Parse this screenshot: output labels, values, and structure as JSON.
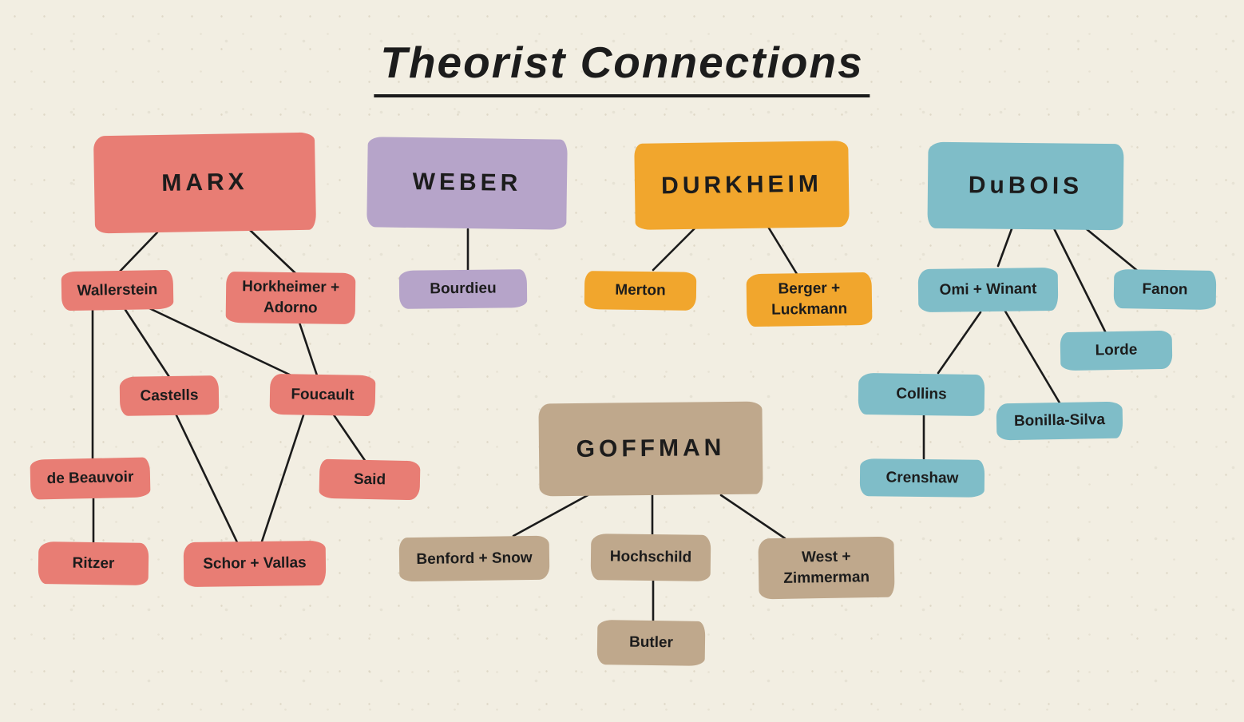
{
  "title": "Theorist Connections",
  "palette": {
    "background": "#F2EEE2",
    "marx_red": "#E87D74",
    "weber_purple": "#B6A4C9",
    "durkheim_orange": "#F1A62D",
    "dubois_teal": "#7FBDC8",
    "goffman_tan": "#BFA88C",
    "line_and_text": "#1B1B1B"
  },
  "nodes": {
    "marx": {
      "label": "MARX"
    },
    "wallerstein": {
      "label": "Wallerstein"
    },
    "horkheimer_adorno": {
      "label": "Horkheimer + Adorno"
    },
    "castells": {
      "label": "Castells"
    },
    "foucault": {
      "label": "Foucault"
    },
    "de_beauvoir": {
      "label": "de Beauvoir"
    },
    "said": {
      "label": "Said"
    },
    "ritzer": {
      "label": "Ritzer"
    },
    "schor_vallas": {
      "label": "Schor + Vallas"
    },
    "weber": {
      "label": "WEBER"
    },
    "bourdieu": {
      "label": "Bourdieu"
    },
    "durkheim": {
      "label": "DURKHEIM"
    },
    "merton": {
      "label": "Merton"
    },
    "berger_luckmann": {
      "label": "Berger + Luckmann"
    },
    "dubois": {
      "label": "DuBOIS"
    },
    "omi_winant": {
      "label": "Omi + Winant"
    },
    "fanon": {
      "label": "Fanon"
    },
    "lorde": {
      "label": "Lorde"
    },
    "collins": {
      "label": "Collins"
    },
    "bonilla_silva": {
      "label": "Bonilla-Silva"
    },
    "crenshaw": {
      "label": "Crenshaw"
    },
    "goffman": {
      "label": "GOFFMAN"
    },
    "benford_snow": {
      "label": "Benford + Snow"
    },
    "hochschild": {
      "label": "Hochschild"
    },
    "west_zimmerman": {
      "label": "West + Zimmerman"
    },
    "butler": {
      "label": "Butler"
    }
  },
  "edges": [
    {
      "from": "marx",
      "to": "wallerstein"
    },
    {
      "from": "marx",
      "to": "horkheimer_adorno"
    },
    {
      "from": "wallerstein",
      "to": "de_beauvoir"
    },
    {
      "from": "wallerstein",
      "to": "castells"
    },
    {
      "from": "wallerstein",
      "to": "foucault"
    },
    {
      "from": "horkheimer_adorno",
      "to": "foucault"
    },
    {
      "from": "de_beauvoir",
      "to": "ritzer"
    },
    {
      "from": "castells",
      "to": "schor_vallas"
    },
    {
      "from": "foucault",
      "to": "schor_vallas"
    },
    {
      "from": "foucault",
      "to": "said"
    },
    {
      "from": "weber",
      "to": "bourdieu"
    },
    {
      "from": "durkheim",
      "to": "merton"
    },
    {
      "from": "durkheim",
      "to": "berger_luckmann"
    },
    {
      "from": "dubois",
      "to": "omi_winant"
    },
    {
      "from": "dubois",
      "to": "lorde"
    },
    {
      "from": "dubois",
      "to": "fanon"
    },
    {
      "from": "omi_winant",
      "to": "collins"
    },
    {
      "from": "omi_winant",
      "to": "bonilla_silva"
    },
    {
      "from": "collins",
      "to": "crenshaw"
    },
    {
      "from": "goffman",
      "to": "benford_snow"
    },
    {
      "from": "goffman",
      "to": "hochschild"
    },
    {
      "from": "goffman",
      "to": "west_zimmerman"
    },
    {
      "from": "hochschild",
      "to": "butler"
    }
  ]
}
